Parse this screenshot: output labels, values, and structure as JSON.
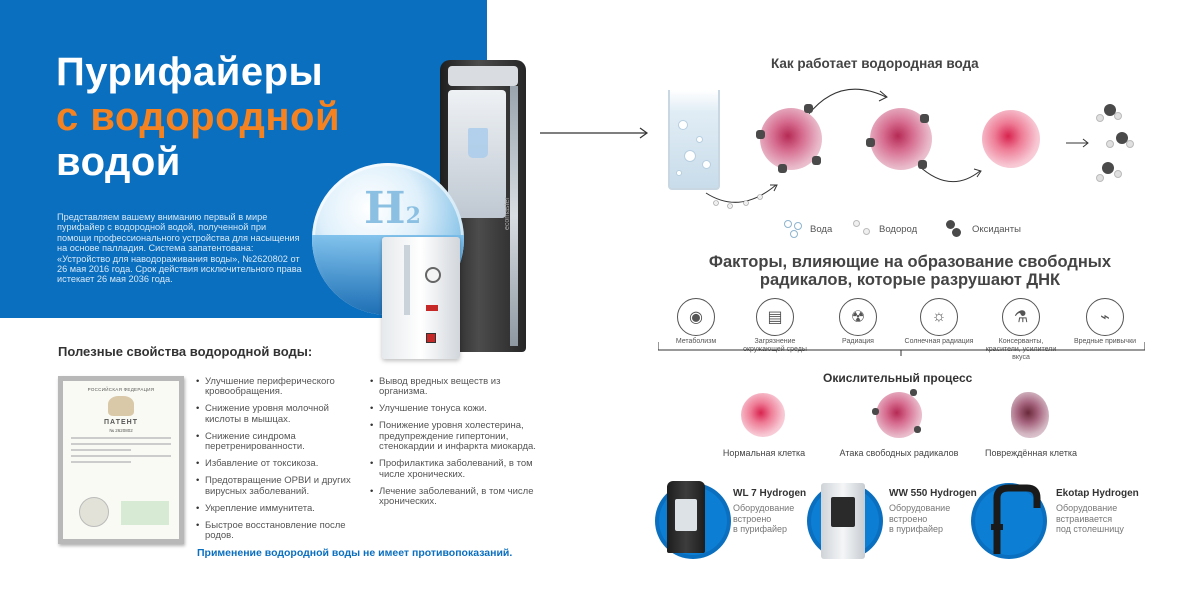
{
  "hero": {
    "title_line1": "Пурифайеры",
    "title_line2": "с водородной",
    "title_line3": "водой",
    "description": "Представляем вашему вниманию первый в мире пурифайер с водородной водой, полученной при помощи профессионального устройства для насыщения на основе палладия. Система запатентована: «Устройство для наводораживания воды», №2620802 от 26 мая 2016 года. Срок действия исключительного права истекает 26 мая 2036 года."
  },
  "illustration": {
    "device_brand": "ecomaster",
    "h2_main": "H",
    "h2_sub": "2"
  },
  "properties": {
    "title": "Полезные свойства водородной воды:",
    "column1": [
      "Улучшение периферического кровообращения.",
      "Снижение уровня молочной кислоты в мышцах.",
      "Снижение синдрома перетренированности.",
      "Избавление от токсикоза.",
      "Предотвращение ОРВИ и других вирусных заболеваний.",
      "Укрепление иммунитета.",
      "Быстрое восстановление после родов."
    ],
    "column2": [
      "Вывод вредных веществ из организма.",
      "Улучшение тонуса кожи.",
      "Понижение уровня холестерина, предупреждение гипертонии, стенокардии и инфаркта миокарда.",
      "Профилактика заболеваний, в том числе хронических.",
      "Лечение заболеваний, в том числе хронических."
    ],
    "note": "Применение водородной воды не имеет противопоказаний."
  },
  "certificate": {
    "header": "РОССИЙСКАЯ ФЕДЕРАЦИЯ",
    "title": "ПАТЕНТ",
    "number": "№ 2620802"
  },
  "how": {
    "title": "Как работает водородная вода",
    "legend": {
      "water": "Вода",
      "hydrogen": "Водород",
      "oxidants": "Оксиданты"
    }
  },
  "factors": {
    "title_line1": "Факторы, влияющие на образование свободных",
    "title_line2": "радикалов, которые разрушают ДНК",
    "items": [
      {
        "label": "Метаболизм",
        "icon": "metabolism-icon",
        "glyph": "◉"
      },
      {
        "label": "Загрязнение окружающей среды",
        "icon": "factory-icon",
        "glyph": "▤"
      },
      {
        "label": "Радиация",
        "icon": "radiation-icon",
        "glyph": "☢"
      },
      {
        "label": "Солнечная радиация",
        "icon": "sun-icon",
        "glyph": "☼"
      },
      {
        "label": "Консерванты, красители, усилители вкуса",
        "icon": "flask-icon",
        "glyph": "⚗"
      },
      {
        "label": "Вредные привычки",
        "icon": "cigarette-icon",
        "glyph": "⌁"
      }
    ]
  },
  "oxidation": {
    "title": "Окислительный процесс",
    "normal": "Нормальная клетка",
    "attack": "Атака свободных радикалов",
    "damaged": "Повреждённая клетка"
  },
  "products": [
    {
      "name": "WL 7 Hydrogen",
      "desc_line1": "Оборудование",
      "desc_line2": "встроено",
      "desc_line3": "в пурифайер"
    },
    {
      "name": "WW 550 Hydrogen",
      "desc_line1": "Оборудование",
      "desc_line2": "встроено",
      "desc_line3": "в пурифайер"
    },
    {
      "name": "Ekotap Hydrogen",
      "desc_line1": "Оборудование",
      "desc_line2": "встраивается",
      "desc_line3": "под столешницу"
    }
  ],
  "colors": {
    "brand_blue": "#0a6fbf",
    "accent_orange": "#f58220"
  }
}
